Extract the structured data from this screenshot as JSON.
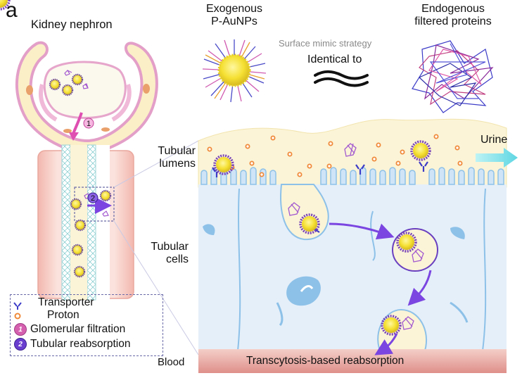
{
  "panel_letter": "a",
  "titles": {
    "kidney_nephron": "Kidney nephron",
    "exogenous": [
      "Exogenous",
      "P-AuNPs"
    ],
    "endogenous": [
      "Endogenous",
      "filtered proteins"
    ],
    "surface_mimic_strategy": "Surface mimic strategy",
    "identical_to": "Identical to"
  },
  "region_labels": {
    "urine": "Urine",
    "tubular_lumens": [
      "Tubular",
      "lumens"
    ],
    "tubular_cells": [
      "Tubular",
      "cells"
    ],
    "blood": "Blood",
    "transcytosis": "Transcytosis-based reabsorption"
  },
  "step_markers": {
    "glomerular_filtration": "1",
    "tubular_reabsorption": "2"
  },
  "legend": {
    "items": [
      {
        "label": "Transporter",
        "icon": "transporter-icon"
      },
      {
        "label": "Proton",
        "icon": "proton-icon"
      },
      {
        "label": "Glomerular filtration",
        "icon": "step-1-badge"
      },
      {
        "label": "Tubular reabsorption",
        "icon": "step-2-badge"
      }
    ]
  },
  "colors": {
    "nanoparticle_core": "#f5e032",
    "corona_blue": "#4a4ac8",
    "corona_pink": "#d05ab0",
    "tubule_cream": "#fbf4d6",
    "cell_blue": "#e4effa",
    "membrane_blue": "#8ec1e8",
    "blood_pink": "#e5a09b",
    "arrow_purple": "#7a45e0",
    "urine_arrow": "#5ed6e2",
    "proton": "#f08a3a"
  }
}
